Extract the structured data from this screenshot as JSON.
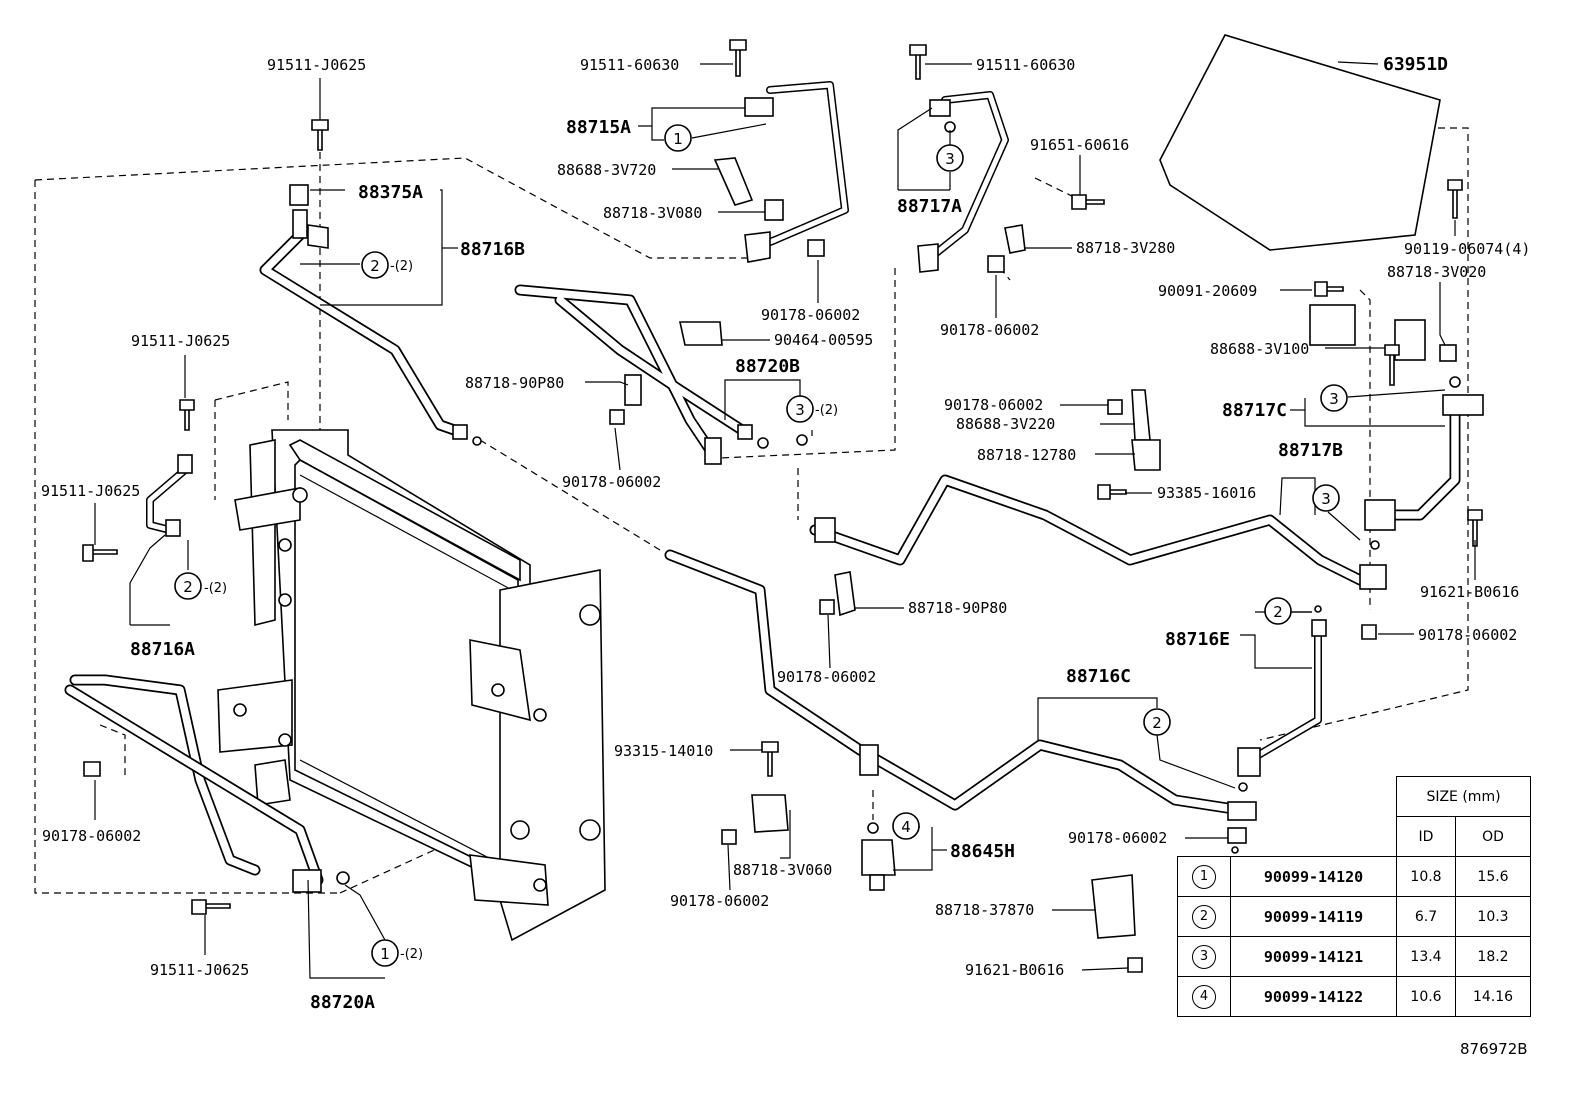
{
  "diagram_code": "876972B",
  "parts": {
    "p_91511_j0625_top": "91511-J0625",
    "p_88375a": "88375A",
    "p_88716b": "88716B",
    "p_qty_2_b": "-(2)",
    "p_91511_j0625_left": "91511-J0625",
    "p_91511_j0625_mid": "91511-J0625",
    "p_88716a": "88716A",
    "p_qty_2_a": "-(2)",
    "p_90178_06002_left": "90178-06002",
    "p_91511_j0625_bottom": "91511-J0625",
    "p_88720a": "88720A",
    "p_qty_2_1": "-(2)",
    "p_91511_60630_a": "91511-60630",
    "p_88715a": "88715A",
    "p_88688_3v720": "88688-3V720",
    "p_88718_3v080": "88718-3V080",
    "p_90178_06002_b": "90178-06002",
    "p_90464_00595": "90464-00595",
    "p_88720b": "88720B",
    "p_qty_2_3": "-(2)",
    "p_88718_90p80_a": "88718-90P80",
    "p_90178_06002_c": "90178-06002",
    "p_91511_60630_b": "91511-60630",
    "p_88717a": "88717A",
    "p_91651_60616": "91651-60616",
    "p_88718_3v280": "88718-3V280",
    "p_90178_06002_d": "90178-06002",
    "p_63951d": "63951D",
    "p_90119_06074": "90119-06074(4)",
    "p_90091_20609": "90091-20609",
    "p_88718_3v020": "88718-3V020",
    "p_88688_3v100": "88688-3V100",
    "p_88717c": "88717C",
    "p_90178_06002_e": "90178-06002",
    "p_88688_3v220": "88688-3V220",
    "p_88718_12780": "88718-12780",
    "p_93385_16016": "93385-16016",
    "p_88717b": "88717B",
    "p_91621_b0616_a": "91621-B0616",
    "p_88716e": "88716E",
    "p_90178_06002_f": "90178-06002",
    "p_88718_90p80_b": "88718-90P80",
    "p_90178_06002_g": "90178-06002",
    "p_88716c": "88716C",
    "p_93315_14010": "93315-14010",
    "p_88718_3v060": "88718-3V060",
    "p_90178_06002_h": "90178-06002",
    "p_88645h": "88645H",
    "p_90178_06002_i": "90178-06002",
    "p_88718_37870": "88718-37870",
    "p_91621_b0616_b": "91621-B0616"
  },
  "circles": {
    "c1a": "1",
    "c2b": "2",
    "c2a": "2",
    "c1b": "1",
    "c3a": "3",
    "c3b": "3",
    "c3c": "3",
    "c3d": "3",
    "c2e": "2",
    "c2c": "2",
    "c4": "4"
  },
  "size_table": {
    "header": "SIZE (mm)",
    "col_id": "ID",
    "col_od": "OD",
    "rows": [
      {
        "ref": "1",
        "part_no": "90099-14120",
        "id": "10.8",
        "od": "15.6"
      },
      {
        "ref": "2",
        "part_no": "90099-14119",
        "id": "6.7",
        "od": "10.3"
      },
      {
        "ref": "3",
        "part_no": "90099-14121",
        "id": "13.4",
        "od": "18.2"
      },
      {
        "ref": "4",
        "part_no": "90099-14122",
        "id": "10.6",
        "od": "14.16"
      }
    ]
  }
}
